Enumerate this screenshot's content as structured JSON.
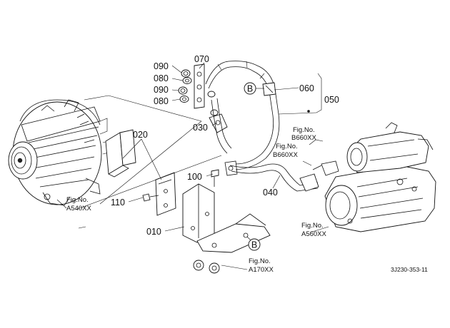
{
  "callouts": {
    "c090a": "090",
    "c080a": "080",
    "c090b": "090",
    "c080b": "080",
    "c070": "070",
    "c060": "060",
    "c050": "050",
    "c030": "030",
    "c020": "020",
    "c100": "100",
    "c110": "110",
    "c010": "010",
    "c040": "040"
  },
  "references": {
    "b660_top": [
      "Fig.No.",
      "B660XX"
    ],
    "b660_mid": [
      "Fig.No.",
      "B660XX"
    ],
    "a540": [
      "Fig.No.",
      "A540XX"
    ],
    "a560": [
      "Fig.No.",
      "A560XX"
    ],
    "a170": [
      "Fig.No.",
      "A170XX"
    ]
  },
  "markers": {
    "b_upper": "B",
    "b_lower": "B"
  },
  "drawing_code": "3J230-353-11"
}
